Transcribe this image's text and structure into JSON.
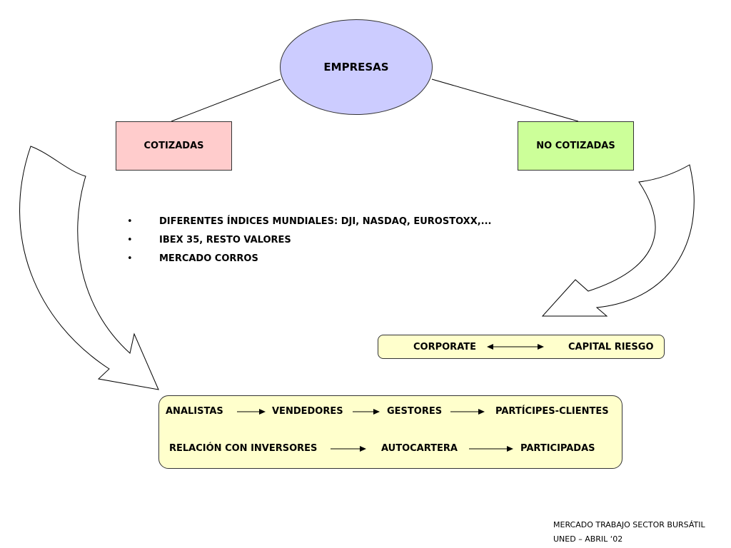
{
  "diagram": {
    "root": {
      "label": "EMPRESAS"
    },
    "branches": {
      "left": {
        "label": "COTIZADAS"
      },
      "right": {
        "label": "NO COTIZADAS"
      }
    },
    "bullet_glyph": "•",
    "bullets": [
      "DIFERENTES ÍNDICES MUNDIALES: DJI, NASDAQ, EUROSTOXX,...",
      "IBEX 35, RESTO VALORES",
      "MERCADO CORROS"
    ],
    "corporate_panel": {
      "left_label": "CORPORATE",
      "right_label": "CAPITAL RIESGO",
      "connector": "bidirectional"
    },
    "flow_panel": {
      "row1": [
        "ANALISTAS",
        "VENDEDORES",
        "GESTORES",
        "PARTÍCIPES-CLIENTES"
      ],
      "row2": [
        "RELACIÓN CON INVERSORES",
        "AUTOCARTERA",
        "PARTICIPADAS"
      ]
    },
    "colors": {
      "root_fill": "#ccccff",
      "cotizadas_fill": "#ffccccc",
      "no_cotizadas_fill": "#ccff99",
      "panel_fill": "#ffffcc"
    }
  },
  "footer": {
    "line1": "MERCADO TRABAJO SECTOR BURSÁTIL",
    "line2": "UNED – ABRIL ‘02"
  }
}
